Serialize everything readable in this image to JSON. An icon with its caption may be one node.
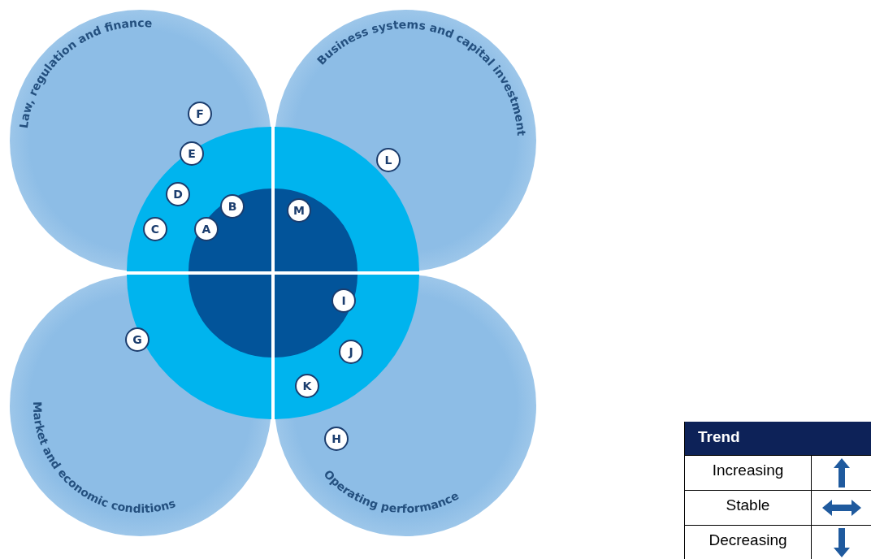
{
  "diagram": {
    "nodes": [
      {
        "text": [
          "Law, regulation and finance"
        ]
      },
      {
        "text": [
          "Business systems and capital investment"
        ]
      },
      {
        "text": [
          "Market and economic conditions"
        ]
      },
      {
        "text": [
          "Operating performance"
        ]
      },
      {
        "text": [
          "F"
        ],
        "in": 0
      },
      {
        "text": [
          "E"
        ],
        "in": 0
      },
      {
        "text": [
          "L"
        ],
        "in": 1
      },
      {
        "text": [
          "D"
        ],
        "in": 0
      },
      {
        "text": [
          "B"
        ],
        "in": 0
      },
      {
        "text": [
          "M"
        ],
        "in": 1
      },
      {
        "text": [
          "C"
        ],
        "in": 0
      },
      {
        "text": [
          "A"
        ],
        "in": 0
      },
      {
        "text": [
          "I"
        ],
        "in": 3
      },
      {
        "text": [
          "G"
        ],
        "in": 2
      },
      {
        "text": [
          "J"
        ],
        "in": 3
      },
      {
        "text": [
          "K"
        ],
        "in": 3
      },
      {
        "text": [
          "H"
        ],
        "in": 3
      }
    ],
    "labels": [
      "Trend"
    ],
    "legend": [
      {
        "text": "Increasing"
      },
      {
        "text": "Stable"
      },
      {
        "text": "Decreasing"
      }
    ]
  }
}
